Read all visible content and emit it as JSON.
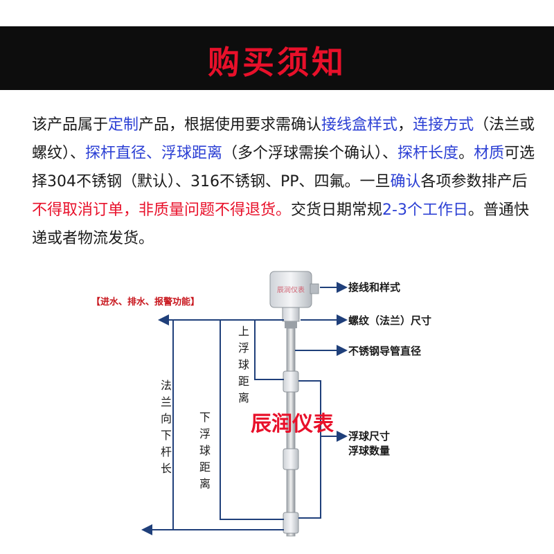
{
  "banner": {
    "title": "购买须知"
  },
  "paragraph": [
    {
      "text": "该产品属于",
      "style": "plain"
    },
    {
      "text": "定制",
      "style": "hl"
    },
    {
      "text": "产品，根据使用要求需确认",
      "style": "plain"
    },
    {
      "text": "接线盒样式",
      "style": "hl"
    },
    {
      "text": "，",
      "style": "plain"
    },
    {
      "text": "连接方式",
      "style": "hl"
    },
    {
      "text": "（法兰或螺纹）、",
      "style": "plain"
    },
    {
      "text": "探杆直径、浮球距离",
      "style": "hl"
    },
    {
      "text": "（多个浮球需挨个确认）、",
      "style": "plain"
    },
    {
      "text": "探杆长度",
      "style": "hl"
    },
    {
      "text": "。",
      "style": "plain"
    },
    {
      "text": "材质",
      "style": "hl"
    },
    {
      "text": "可选择304不锈钢（默认）、316不锈钢、PP、四氟。一旦",
      "style": "plain"
    },
    {
      "text": "确认",
      "style": "hl"
    },
    {
      "text": "各项参数排产后",
      "style": "plain"
    },
    {
      "text": "不得取消订单，非质量问题不得退货。",
      "style": "rd"
    },
    {
      "text": "交货日期常规",
      "style": "plain"
    },
    {
      "text": "2-3个工作日",
      "style": "hl"
    },
    {
      "text": "。普通快递或者物流发货。",
      "style": "plain"
    }
  ],
  "diagram": {
    "function_label": "【进水、排水、报警功能】",
    "box_text": "辰润仪表",
    "labels": {
      "junction": "接线和样式",
      "thread": "螺纹（法兰）尺寸",
      "tube": "不锈钢导管直径",
      "float_size": "浮球尺寸",
      "float_count": "浮球数量"
    },
    "vertical": {
      "flange_length": "法兰向下杆长",
      "lower_float": "下浮球距离",
      "upper_float": "上浮球距离"
    },
    "watermark": "辰润仪表",
    "colors": {
      "line": "#1f3f7a",
      "accent": "#e8102a",
      "highlight": "#2b3fd4"
    }
  }
}
